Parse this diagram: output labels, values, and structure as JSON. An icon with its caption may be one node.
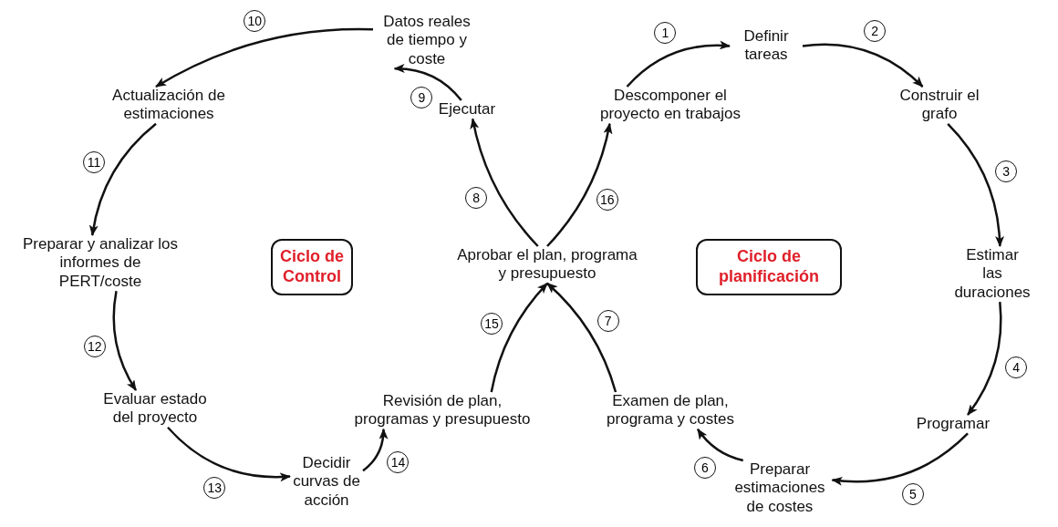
{
  "diagram": {
    "nodes": [
      {
        "text": [
          "Datos reales de tiempo y coste"
        ]
      },
      {
        "text": [
          "Definir tareas"
        ]
      },
      {
        "text": [
          "Construir el grafo"
        ]
      },
      {
        "text": [
          "Actualización de estimaciones"
        ]
      },
      {
        "text": [
          "Ejecutar"
        ]
      },
      {
        "text": [
          "Descomponer el proyecto en trabajos"
        ]
      },
      {
        "text": [
          "Ciclo de Control"
        ]
      },
      {
        "text": [
          "Aprobar el plan, programa y presupuesto"
        ]
      },
      {
        "text": [
          "Ciclo de planificación"
        ]
      },
      {
        "text": [
          "Preparar y analizar los informes de PERT/coste"
        ]
      },
      {
        "text": [
          "Estimar las duraciones"
        ]
      },
      {
        "text": [
          "Evaluar estado del proyecto"
        ]
      },
      {
        "text": [
          "Revisión de plan, programas y presupuesto"
        ]
      },
      {
        "text": [
          "Examen de plan, programa y costes"
        ]
      },
      {
        "text": [
          "Programar"
        ]
      },
      {
        "text": [
          "Decidir curvas de acción"
        ]
      },
      {
        "text": [
          "Preparar estimaciones de costes"
        ]
      }
    ],
    "edges": [
      {
        "from": 5,
        "to": 1,
        "arrow": "to",
        "label": "1"
      },
      {
        "from": 1,
        "to": 2,
        "arrow": "to",
        "label": "2"
      },
      {
        "from": 2,
        "to": 10,
        "arrow": "to",
        "label": "3"
      },
      {
        "from": 10,
        "to": 14,
        "arrow": "to",
        "label": "4"
      },
      {
        "from": 14,
        "to": 16,
        "arrow": "to",
        "label": "5"
      },
      {
        "from": 16,
        "to": 13,
        "arrow": "to",
        "label": "6"
      },
      {
        "from": 13,
        "to": 7,
        "arrow": "to",
        "label": "7"
      },
      {
        "from": 7,
        "to": 4,
        "arrow": "to",
        "label": "8"
      },
      {
        "from": 4,
        "to": 0,
        "arrow": "to",
        "label": "9"
      },
      {
        "from": 0,
        "to": 3,
        "arrow": "to",
        "label": "10"
      },
      {
        "from": 3,
        "to": 9,
        "arrow": "to",
        "label": "11"
      },
      {
        "from": 9,
        "to": 11,
        "arrow": "to",
        "label": "12"
      },
      {
        "from": 11,
        "to": 15,
        "arrow": "to",
        "label": "13"
      },
      {
        "from": 15,
        "to": 12,
        "arrow": "to",
        "label": "14"
      },
      {
        "from": 12,
        "to": 7,
        "arrow": "to",
        "label": "15"
      },
      {
        "from": 7,
        "to": 5,
        "arrow": "to",
        "label": "16"
      }
    ]
  }
}
